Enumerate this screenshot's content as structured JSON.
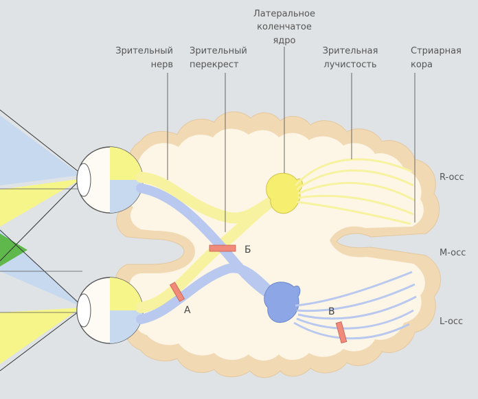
{
  "labels": {
    "lgn_line1": "Латеральное",
    "lgn_line2": "коленчатое",
    "lgn_line3": "ядро",
    "nerve_line1": "Зрительный",
    "nerve_line2": "нерв",
    "chiasm_line1": "Зрительный",
    "chiasm_line2": "перекрест",
    "radiation_line1": "Зрительная",
    "radiation_line2": "лучистость",
    "striate_line1": "Стриарная",
    "striate_line2": "кора",
    "r_occ": "R-occ",
    "m_occ": "M-occ",
    "l_occ": "L-occ",
    "marker_a": "А",
    "marker_b": "Б",
    "marker_v": "В"
  },
  "colors": {
    "background": "#dfe3e6",
    "brain_fill": "#fdf6e6",
    "cortex_band": "#f1d9b4",
    "yellow_pathway": "#f7f2a0",
    "blue_pathway": "#b9c8ef",
    "lgn_yellow": "#f5ee6e",
    "lgn_blue": "#8da6e6",
    "lesion": "#f08a7a",
    "field_yellow": "#f6f58a",
    "field_blue": "#c7d9ef",
    "field_green": "#5fb84b",
    "label_text": "#555555"
  }
}
